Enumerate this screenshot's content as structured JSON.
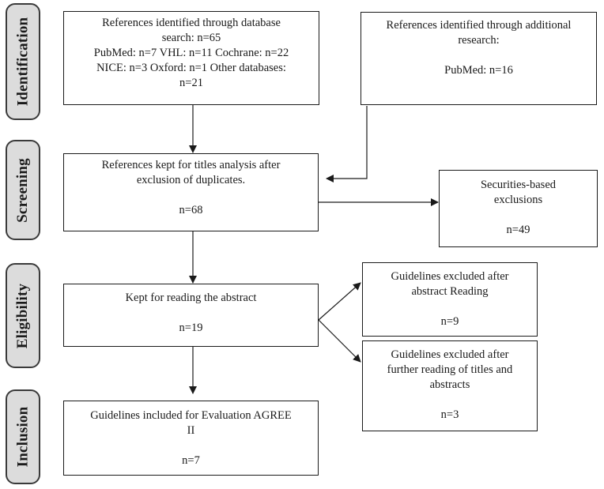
{
  "phases": {
    "identification": "Identification",
    "screening": "Screening",
    "eligibility": "Eligibility",
    "inclusion": "Inclusion"
  },
  "boxes": {
    "database_search": {
      "lines": [
        "References identified through database",
        "search: n=65",
        "PubMed: n=7 VHL: n=11 Cochrane: n=22",
        "NICE: n=3 Oxford: n=1 Other databases:",
        "n=21"
      ]
    },
    "additional_research": {
      "line1": "References identified through additional",
      "line2": "research:",
      "count": "PubMed: n=16"
    },
    "titles_analysis": {
      "line1": "References kept for titles analysis after",
      "line2": "exclusion of duplicates.",
      "count": "n=68"
    },
    "securities_exclusions": {
      "line1": "Securities-based",
      "line2": "exclusions",
      "count": "n=49"
    },
    "abstract_reading": {
      "line1": "Kept for reading the abstract",
      "count": "n=19"
    },
    "excluded_after_abstract": {
      "line1": "Guidelines excluded after",
      "line2": "abstract Reading",
      "count": "n=9"
    },
    "excluded_after_further": {
      "line1": "Guidelines excluded after",
      "line2": "further reading of titles and",
      "line3": "abstracts",
      "count": "n=3"
    },
    "included": {
      "line1": "Guidelines included for Evaluation AGREE",
      "line2": "II",
      "count": "n=7"
    }
  }
}
